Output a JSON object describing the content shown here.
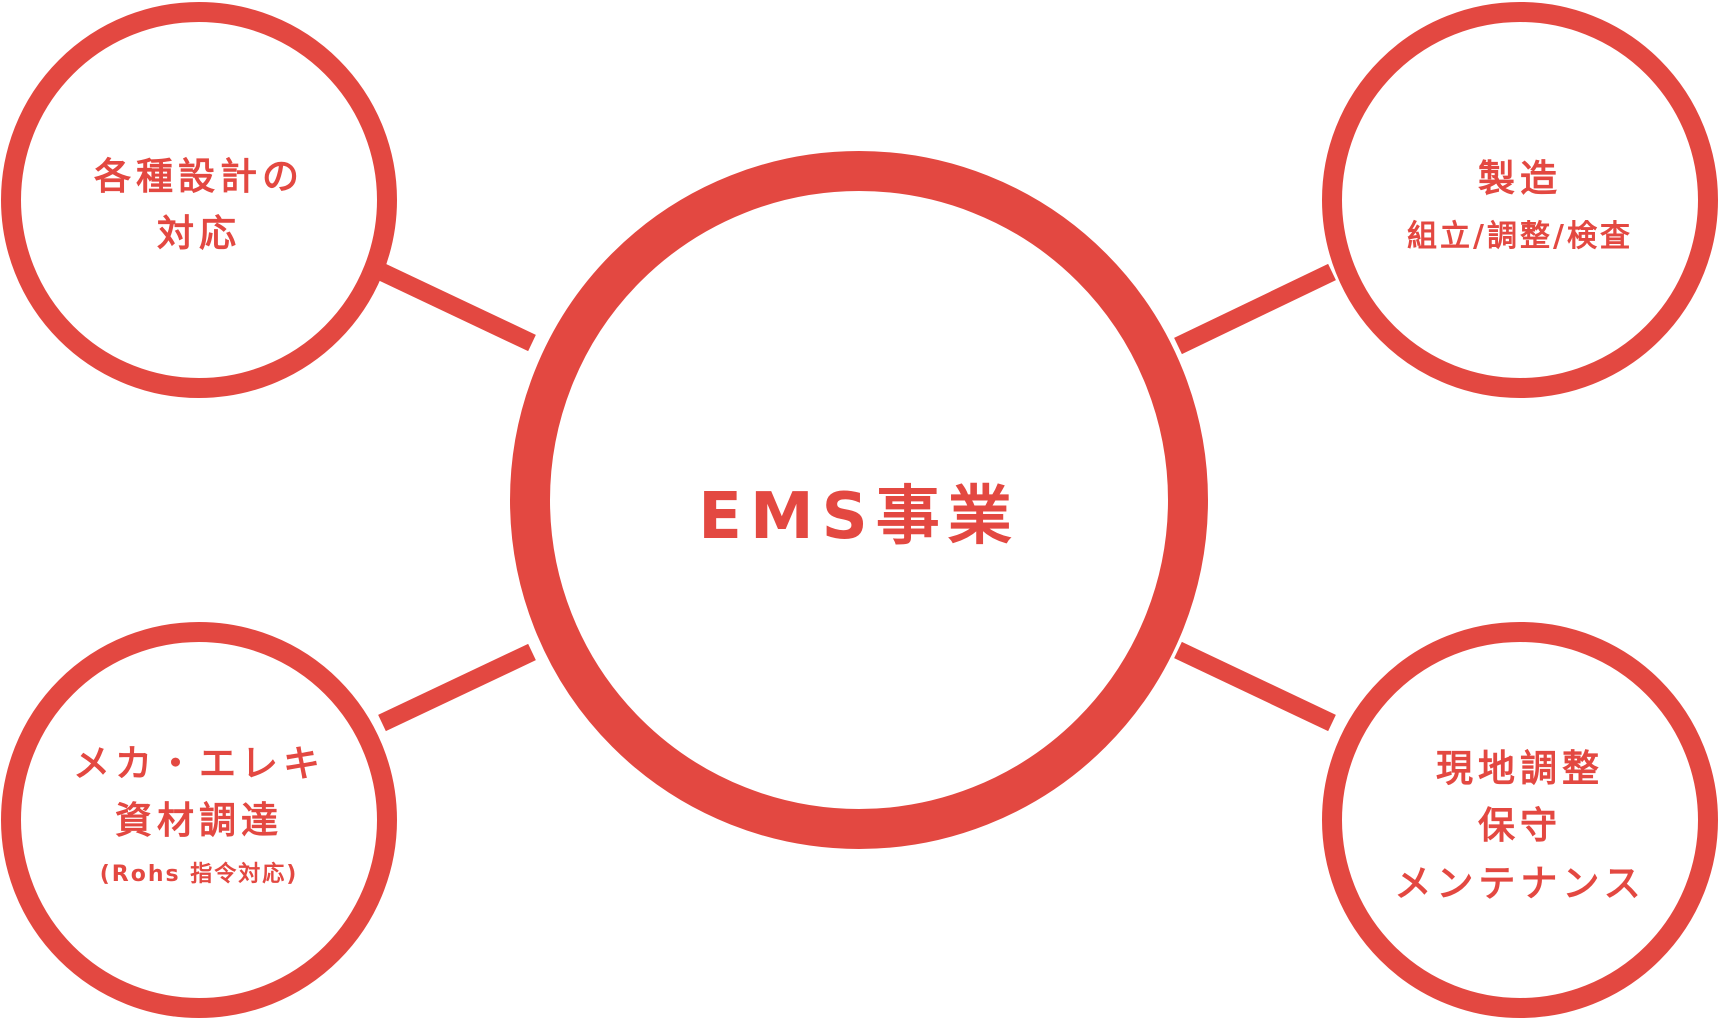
{
  "colors": {
    "accent": "#e34841",
    "background": "#ffffff"
  },
  "center": {
    "label": "EMS事業"
  },
  "nodes": {
    "top_left": {
      "line1": "各種設計の",
      "line2": "対応"
    },
    "top_right": {
      "line1": "製造",
      "line2": "組立/調整/検査"
    },
    "bottom_left": {
      "line1": "メカ・エレキ",
      "line2": "資材調達",
      "note": "(Rohs 指令対応)"
    },
    "bottom_right": {
      "line1": "現地調整",
      "line2": "保守",
      "line3": "メンテナンス"
    }
  }
}
